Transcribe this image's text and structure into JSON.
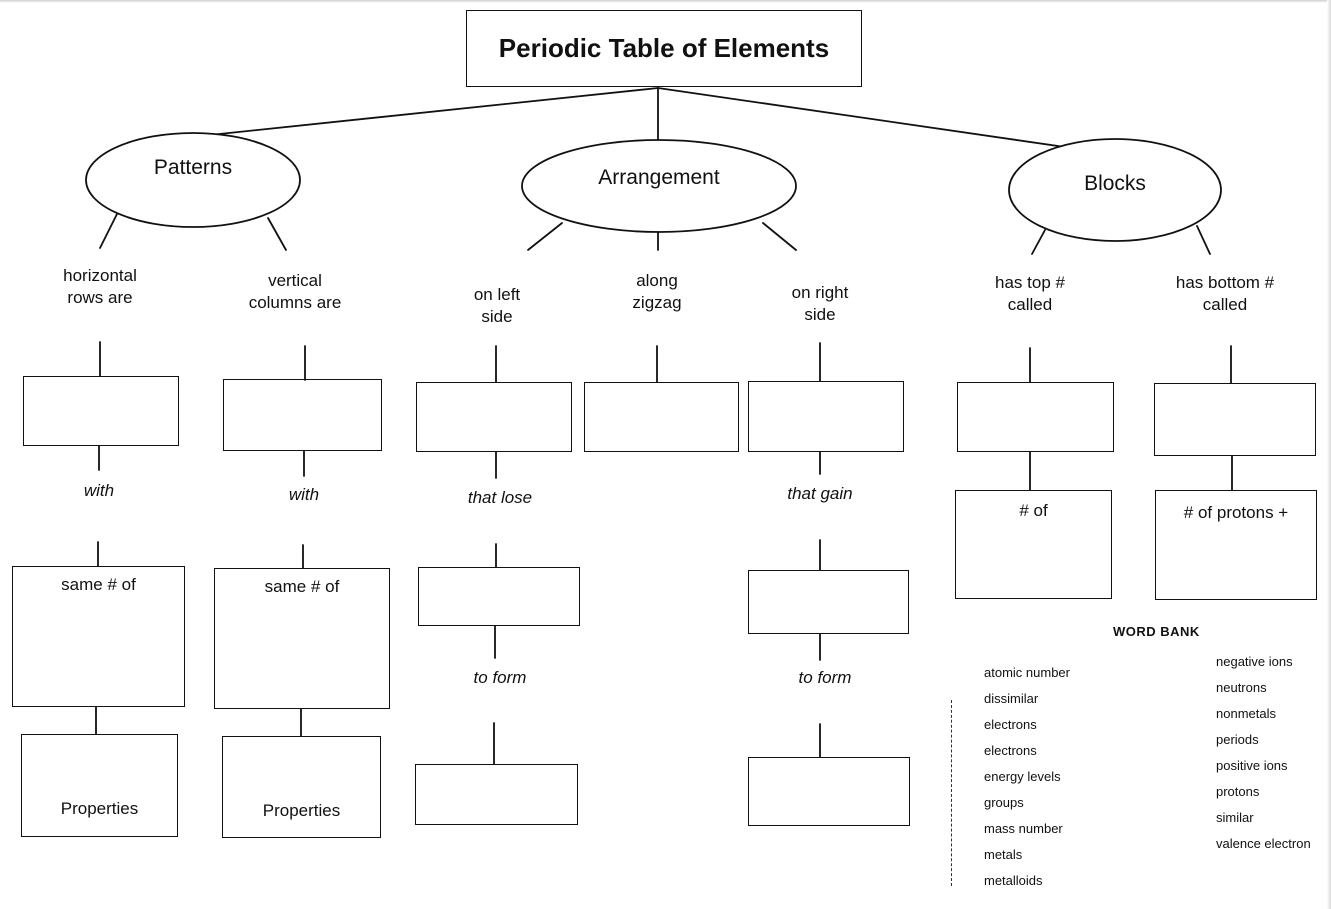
{
  "title": "Periodic Table of Elements",
  "branches": {
    "patterns": "Patterns",
    "arrangement": "Arrangement",
    "blocks": "Blocks"
  },
  "prompts": {
    "horizontal": "horizontal\nrows  are",
    "vertical": "vertical\ncolumns are",
    "left_side": "on left\nside",
    "zigzag": "along\nzigzag",
    "right_side": "on right\nside",
    "top_num": "has top #\ncalled",
    "bottom_num": "has bottom #\ncalled"
  },
  "connectors": {
    "with": "with",
    "that_lose": "that lose",
    "that_gain": "that gain",
    "to_form": "to form"
  },
  "box_text": {
    "same_num_of": "same # of",
    "properties": "Properties",
    "num_of": "# of",
    "num_protons_plus": "# of protons +"
  },
  "word_bank": {
    "title": "WORD BANK",
    "left_column": [
      "atomic number",
      "dissimilar",
      "electrons",
      "electrons",
      "energy levels",
      "groups",
      "mass number",
      "metals",
      "metalloids"
    ],
    "right_column": [
      "negative ions",
      "neutrons",
      "nonmetals",
      "periods",
      "positive ions",
      "protons",
      "similar",
      "valence electron"
    ]
  }
}
